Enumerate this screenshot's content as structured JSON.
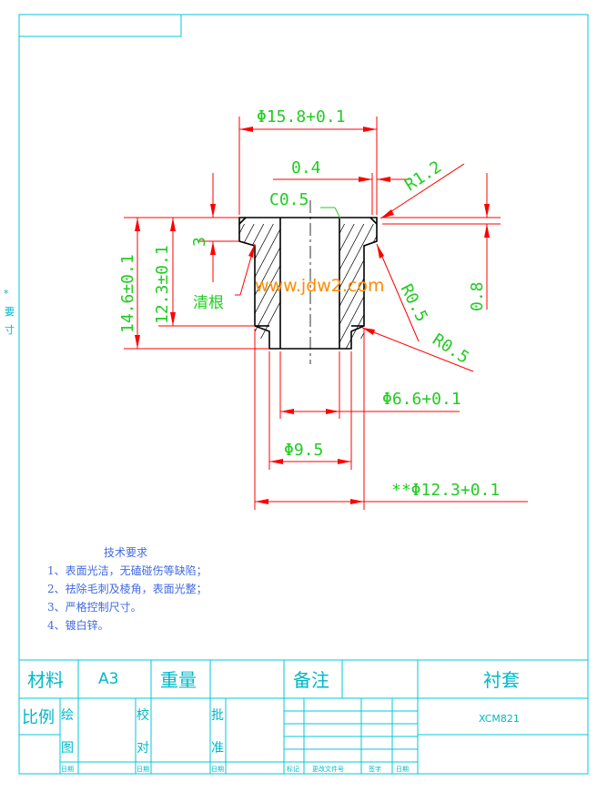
{
  "drawing": {
    "dimensions": {
      "d_flange": "Φ15.8+0.1",
      "d_bore": "Φ6.6+0.1",
      "d_step": "Φ9.5",
      "d_body": "**Φ12.3+0.1",
      "len_total": "14.6±0.1",
      "len_body": "12.3±0.1",
      "flange_h": "3",
      "offset": "0.4",
      "chamfer": "C0.5",
      "radius_top": "R1.2",
      "radius_mid": "R0.5",
      "radius_bot": "R0.5",
      "depth": "0.8",
      "root_label": "清根"
    },
    "watermark": "www.jdw2.com",
    "side_note": "*要寸"
  },
  "tech": {
    "title": "技术要求",
    "items": [
      "1、表面光洁，无磕碰伤等缺陷；",
      "2、祛除毛刺及棱角，表面光整；",
      "3、严格控制尺寸。",
      "4、镀白锌。"
    ]
  },
  "titleblock": {
    "material_label": "材料",
    "material_value": "A3",
    "weight_label": "重量",
    "remarks_label": "备注",
    "part_name": "衬套",
    "scale_label": "比例",
    "drawn_label": "绘",
    "drawn_label2": "图",
    "check_label": "校",
    "check_label2": "对",
    "approve_label": "批",
    "approve_label2": "准",
    "date_label": "日期",
    "code": "XCM821",
    "rev_headers": [
      "标记",
      "更改文件号",
      "签字",
      "日期"
    ]
  }
}
